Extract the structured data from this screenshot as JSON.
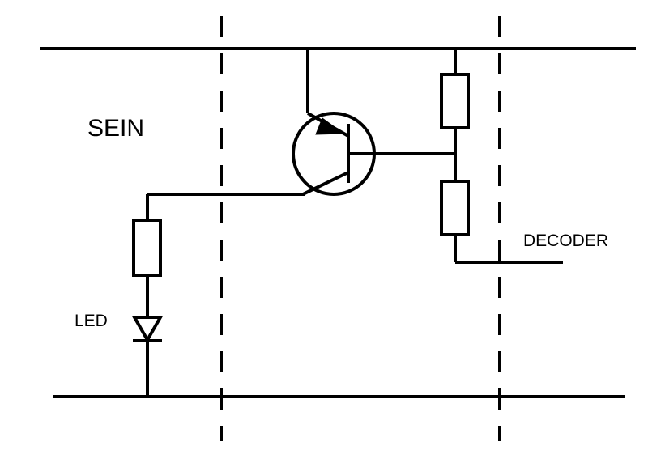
{
  "labels": {
    "sein": "SEIN",
    "led": "LED",
    "decoder": "DECODER"
  },
  "colors": {
    "ink": "#000000",
    "background": "#ffffff"
  },
  "components": [
    {
      "type": "pnp-transistor",
      "name": "transistor"
    },
    {
      "type": "resistor",
      "name": "base-resistor-upper"
    },
    {
      "type": "resistor",
      "name": "base-resistor-lower"
    },
    {
      "type": "resistor",
      "name": "led-resistor"
    },
    {
      "type": "diode",
      "name": "led"
    }
  ]
}
